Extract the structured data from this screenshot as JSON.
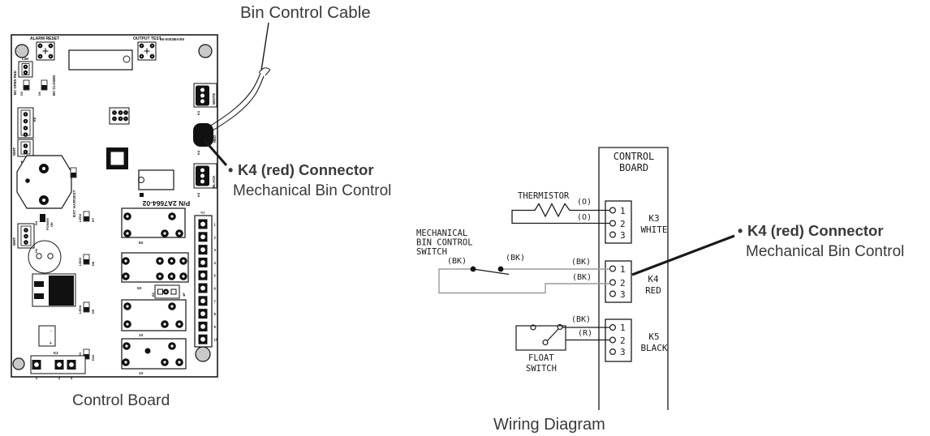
{
  "captions": {
    "bin_control_cable": "Bin Control Cable",
    "control_board": "Control Board",
    "wiring_diagram": "Wiring Diagram"
  },
  "k4_callout": {
    "bullet": "•",
    "title": "K4 (red) Connector",
    "subtitle": "Mechanical Bin Control"
  },
  "pcb": {
    "alarm_reset": "ALARM RESET",
    "output_test": "OUTPUT TEST",
    "part_code": "66-0003BA/09",
    "c4h": "C4H",
    "bc_open_red": "BC OPEN RED",
    "bc_closed": "BC CLOSED",
    "d5": "D5",
    "d6": "D6",
    "k6": "K6",
    "wht": "WHT",
    "plus": "+",
    "minus": "-",
    "ext_harvest": "EXT HARVEST",
    "d4": "D4",
    "power": "POWER",
    "ok": "OK",
    "led2": "LED2",
    "d7": "D7",
    "led3": "LED3",
    "d8": "D8",
    "led4": "LED4",
    "d9": "D9",
    "led1": "LED1",
    "d10": "D10",
    "h1": "H1",
    "part_number": "P/N 2A7664-02",
    "bottom_connector": "K2",
    "bottom_pins": [
      "1",
      "2",
      "3"
    ],
    "relay_labels": [
      "8X",
      "5X",
      "1X",
      "1X"
    ],
    "jumper_left": "BC",
    "jumper_right": "4P",
    "strip_label": "K1",
    "strip_pins": [
      "1",
      "2",
      "3",
      "4",
      "5",
      "6",
      "7",
      "8",
      "9",
      "10"
    ],
    "k3": "K3",
    "white": "WHITE",
    "k4": "K4",
    "red": "RED",
    "k5": "K5",
    "black": "BLACK"
  },
  "wiring": {
    "board_line1": "CONTROL",
    "board_line2": "BOARD",
    "thermistor": "THERMISTOR",
    "mech_line1": "MECHANICAL",
    "mech_line2": "BIN CONTROL",
    "mech_line3": "SWITCH",
    "float_line1": "FLOAT",
    "float_line2": "SWITCH",
    "o": "(O)",
    "bk": "(BK)",
    "r": "(R)",
    "pins": [
      "1",
      "2",
      "3"
    ],
    "k3": "K3",
    "white": "WHITE",
    "k4": "K4",
    "red": "RED",
    "k5": "K5",
    "black": "BLACK"
  },
  "colors": {
    "line": "#1a1a1a",
    "caption": "#3a3a3c",
    "gray_wire": "#9b9b9b",
    "hole_fill": "#c9c9c9"
  }
}
